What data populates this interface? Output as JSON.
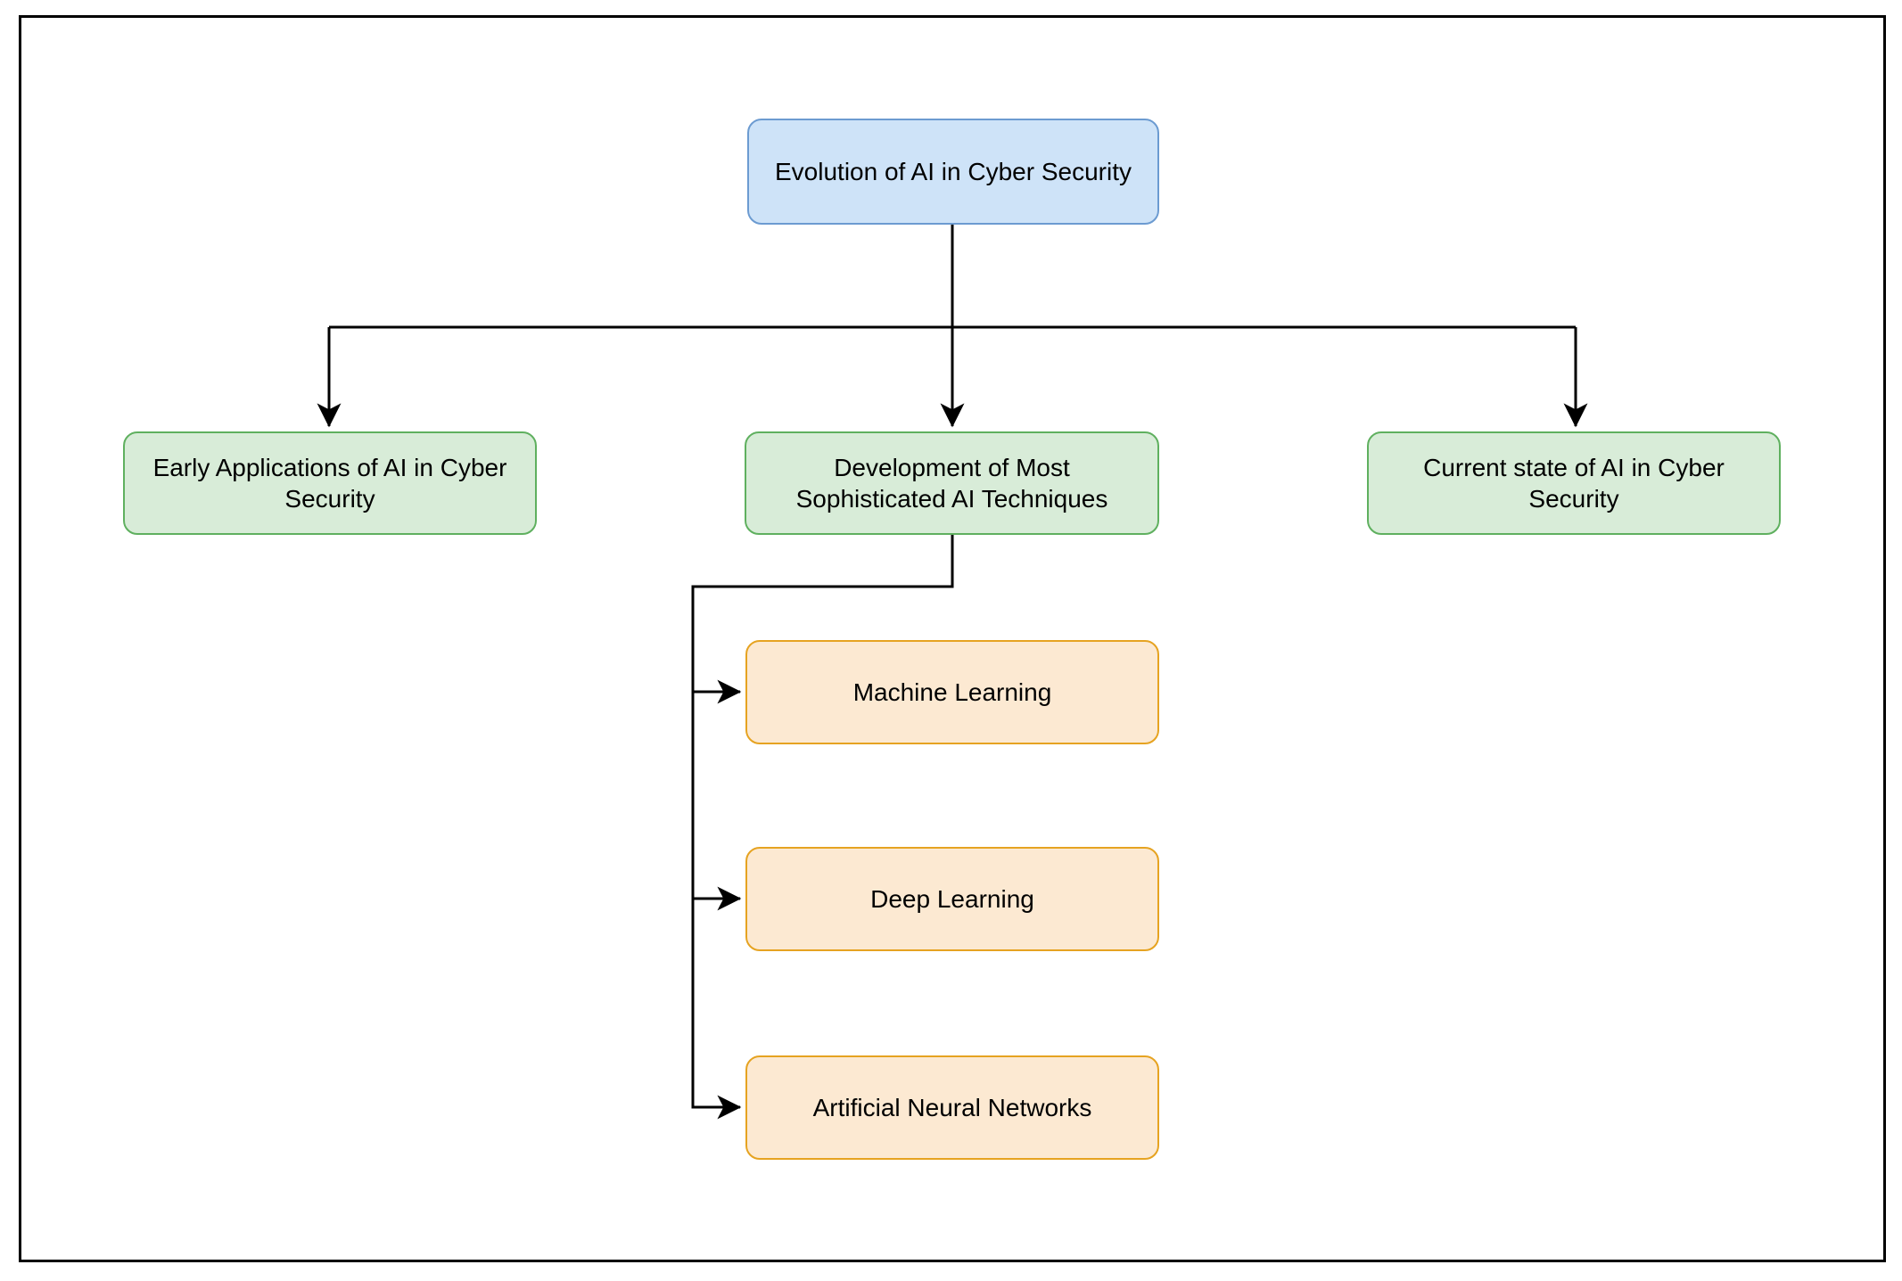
{
  "diagram": {
    "type": "flowchart",
    "topic": "Evolution of AI in Cyber Security",
    "nodes": [
      {
        "id": "root",
        "label": "Evolution of AI in Cyber Security",
        "level": "root"
      },
      {
        "id": "early",
        "label": "Early Applications of AI in Cyber Security",
        "level": "branch"
      },
      {
        "id": "development",
        "label": "Development of Most Sophisticated AI Techniques",
        "level": "branch"
      },
      {
        "id": "current",
        "label": "Current state of AI in Cyber Security",
        "level": "branch"
      },
      {
        "id": "ml",
        "label": "Machine Learning",
        "level": "leaf"
      },
      {
        "id": "dl",
        "label": "Deep Learning",
        "level": "leaf"
      },
      {
        "id": "ann",
        "label": "Artificial Neural Networks",
        "level": "leaf"
      }
    ],
    "edges": [
      {
        "from": "root",
        "to": "early"
      },
      {
        "from": "root",
        "to": "development"
      },
      {
        "from": "root",
        "to": "current"
      },
      {
        "from": "development",
        "to": "ml"
      },
      {
        "from": "development",
        "to": "dl"
      },
      {
        "from": "development",
        "to": "ann"
      }
    ],
    "colors": {
      "page_background": "#ffffff",
      "frame_stroke": "#000000",
      "connector_stroke": "#000000",
      "text_color": "#000000",
      "root_fill": "#cee3f8",
      "root_stroke": "#6c9bd1",
      "branch_fill": "#d8ecd8",
      "branch_stroke": "#5fb05f",
      "leaf_fill": "#fce9d2",
      "leaf_stroke": "#e6a321"
    }
  }
}
